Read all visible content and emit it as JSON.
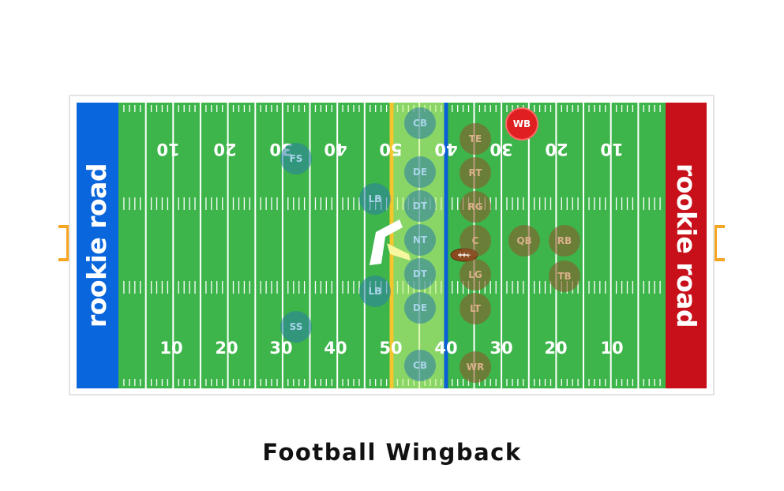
{
  "title": "Football Wingback",
  "endzones": {
    "left": {
      "brand": "rookie road",
      "color": "#0a66dc"
    },
    "right": {
      "brand": "rookie road",
      "color": "#c8101a"
    }
  },
  "yard_numbers": {
    "top": [
      "10",
      "20",
      "30",
      "40",
      "50",
      "40",
      "30",
      "20",
      "10"
    ],
    "bottom": [
      "10",
      "20",
      "30",
      "40",
      "50",
      "40",
      "30",
      "20",
      "10"
    ]
  },
  "colors": {
    "field": "#3db54a",
    "defense": "#2a7ca8",
    "offense": "#8b5a2b",
    "highlight": "#e02020",
    "line_of_scrimmage": "#0a5fd6",
    "first_down": "#f2c62c",
    "goalpost": "#f5a623"
  },
  "players": {
    "defense": [
      {
        "label": "CB"
      },
      {
        "label": "FS"
      },
      {
        "label": "LB"
      },
      {
        "label": "DE"
      },
      {
        "label": "DT"
      },
      {
        "label": "NT"
      },
      {
        "label": "DT"
      },
      {
        "label": "DE"
      },
      {
        "label": "LB"
      },
      {
        "label": "SS"
      },
      {
        "label": "CB"
      }
    ],
    "offense": [
      {
        "label": "TE"
      },
      {
        "label": "RT"
      },
      {
        "label": "RG"
      },
      {
        "label": "C"
      },
      {
        "label": "LG"
      },
      {
        "label": "LT"
      },
      {
        "label": "QB"
      },
      {
        "label": "RB"
      },
      {
        "label": "TB"
      },
      {
        "label": "WR"
      }
    ],
    "highlight": {
      "label": "WB"
    }
  }
}
